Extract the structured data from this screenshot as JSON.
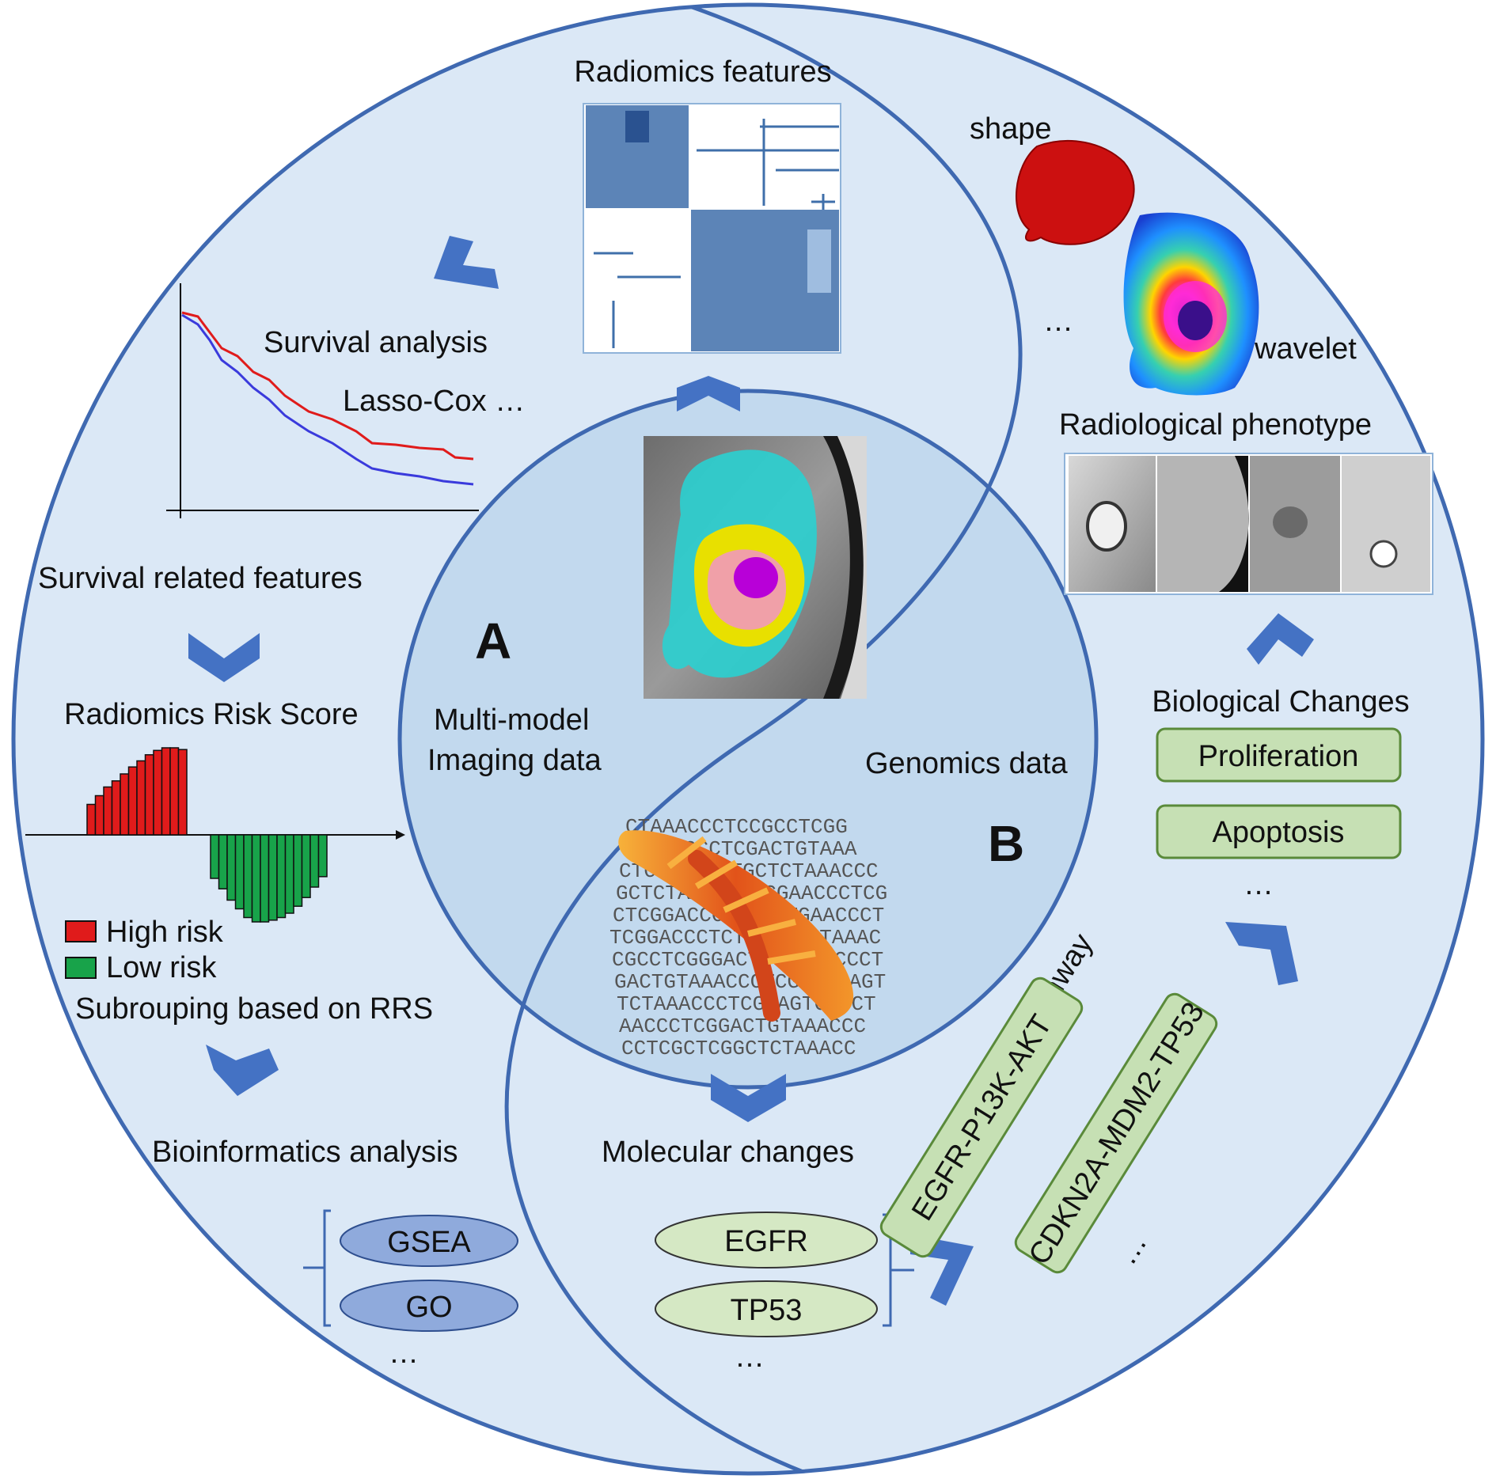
{
  "labels": {
    "radiomics_features": "Radiomics features",
    "shape": "shape",
    "ellipsis_right": "…",
    "wavelet": "wavelet",
    "radiological_phenotype": "Radiological  phenotype",
    "survival_analysis": "Survival analysis",
    "lasso_cox": "Lasso-Cox …",
    "survival_related_features": "Survival related features",
    "radiomics_risk_score": "Radiomics Risk Score",
    "high_risk": "High risk",
    "low_risk": "Low risk",
    "subgrouping": "Subrouping based on RRS",
    "bioinformatics_analysis": "Bioinformatics analysis",
    "letter_a": "A",
    "letter_b": "B",
    "multimodel_line1": "Multi-model",
    "multimodel_line2": "Imaging data",
    "genomics_data": "Genomics data",
    "molecular_changes": "Molecular changes",
    "key_signal_pathway": "Key signal pathway",
    "biological_changes": "Biological Changes"
  },
  "bio_analysis_items": [
    "GSEA",
    "GO",
    "…"
  ],
  "molecular_items": [
    "EGFR",
    "TP53",
    "…"
  ],
  "pathway_items": [
    "EGFR-P13K-AKT",
    "CDKN2A-MDM2-TP53",
    "…"
  ],
  "bio_change_items": [
    "Proliferation",
    "Apoptosis",
    "…"
  ],
  "dna_sequence_lines": [
    "CTAAACCCTCCGCCTCGG",
    "TCGGACCCTCGACTGTAAA",
    "CTCTAAGAGTGCTCTAAACCC",
    "GCTCTAAACCCTCGAACCCTCG",
    "CTCGGACCCTCGACTGAACCCT",
    "TCGGACCCTCTCGACTGTAAAC",
    "CGCCTCGGGACTGTCTAACCCT",
    "GACTGTAAACCCTCGACTGAGT",
    "TCTAAACCCTCGGAGTGCTCT",
    "AACCCTCGGACTGTAAACCC",
    "CCTCGCTCGGCTCTAAACC"
  ],
  "colors": {
    "outer_fill": "#dbe8f6",
    "inner_fill": "#c2d9ee",
    "line_blue": "#3f69b1",
    "arrow_blue": "#4472c4",
    "high_risk": "#e01b1b",
    "low_risk": "#18a34a",
    "pill_green": "#c6e0b4",
    "pill_green_border": "#5a8a3a",
    "oval_blue": "#8faadc",
    "oval_green": "#d5e8c4"
  },
  "risk_bars": {
    "high": [
      0.35,
      0.45,
      0.55,
      0.62,
      0.7,
      0.78,
      0.85,
      0.92,
      0.97,
      1.0,
      1.0,
      0.98
    ],
    "low": [
      0.5,
      0.62,
      0.75,
      0.85,
      0.95,
      1.0,
      1.0,
      0.98,
      0.95,
      0.9,
      0.82,
      0.72,
      0.6,
      0.48
    ]
  }
}
